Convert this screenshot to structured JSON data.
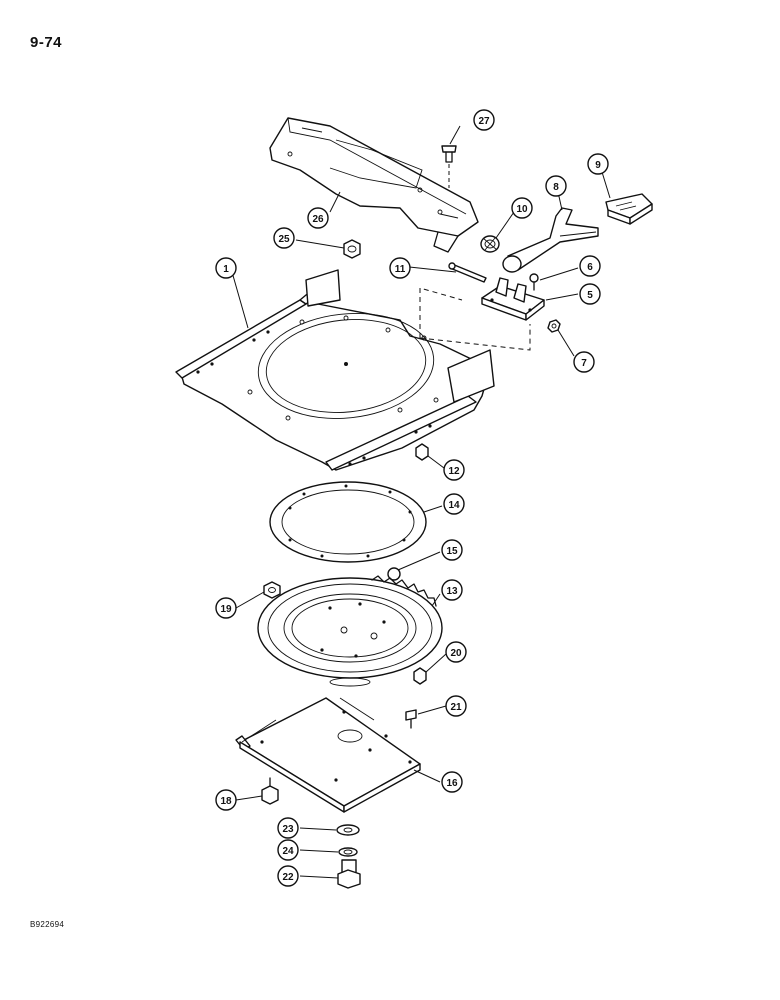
{
  "page": {
    "number": "9-74",
    "code": "B922694"
  },
  "callouts": [
    {
      "id": "c1",
      "label": "1"
    },
    {
      "id": "c5",
      "label": "5"
    },
    {
      "id": "c6",
      "label": "6"
    },
    {
      "id": "c7",
      "label": "7"
    },
    {
      "id": "c8",
      "label": "8"
    },
    {
      "id": "c9",
      "label": "9"
    },
    {
      "id": "c10",
      "label": "10"
    },
    {
      "id": "c11",
      "label": "11"
    },
    {
      "id": "c12",
      "label": "12"
    },
    {
      "id": "c13",
      "label": "13"
    },
    {
      "id": "c14",
      "label": "14"
    },
    {
      "id": "c15",
      "label": "15"
    },
    {
      "id": "c16",
      "label": "16"
    },
    {
      "id": "c18",
      "label": "18"
    },
    {
      "id": "c19",
      "label": "19"
    },
    {
      "id": "c20",
      "label": "20"
    },
    {
      "id": "c21",
      "label": "21"
    },
    {
      "id": "c22",
      "label": "22"
    },
    {
      "id": "c23",
      "label": "23"
    },
    {
      "id": "c24",
      "label": "24"
    },
    {
      "id": "c25",
      "label": "25"
    },
    {
      "id": "c26",
      "label": "26"
    },
    {
      "id": "c27",
      "label": "27"
    }
  ]
}
